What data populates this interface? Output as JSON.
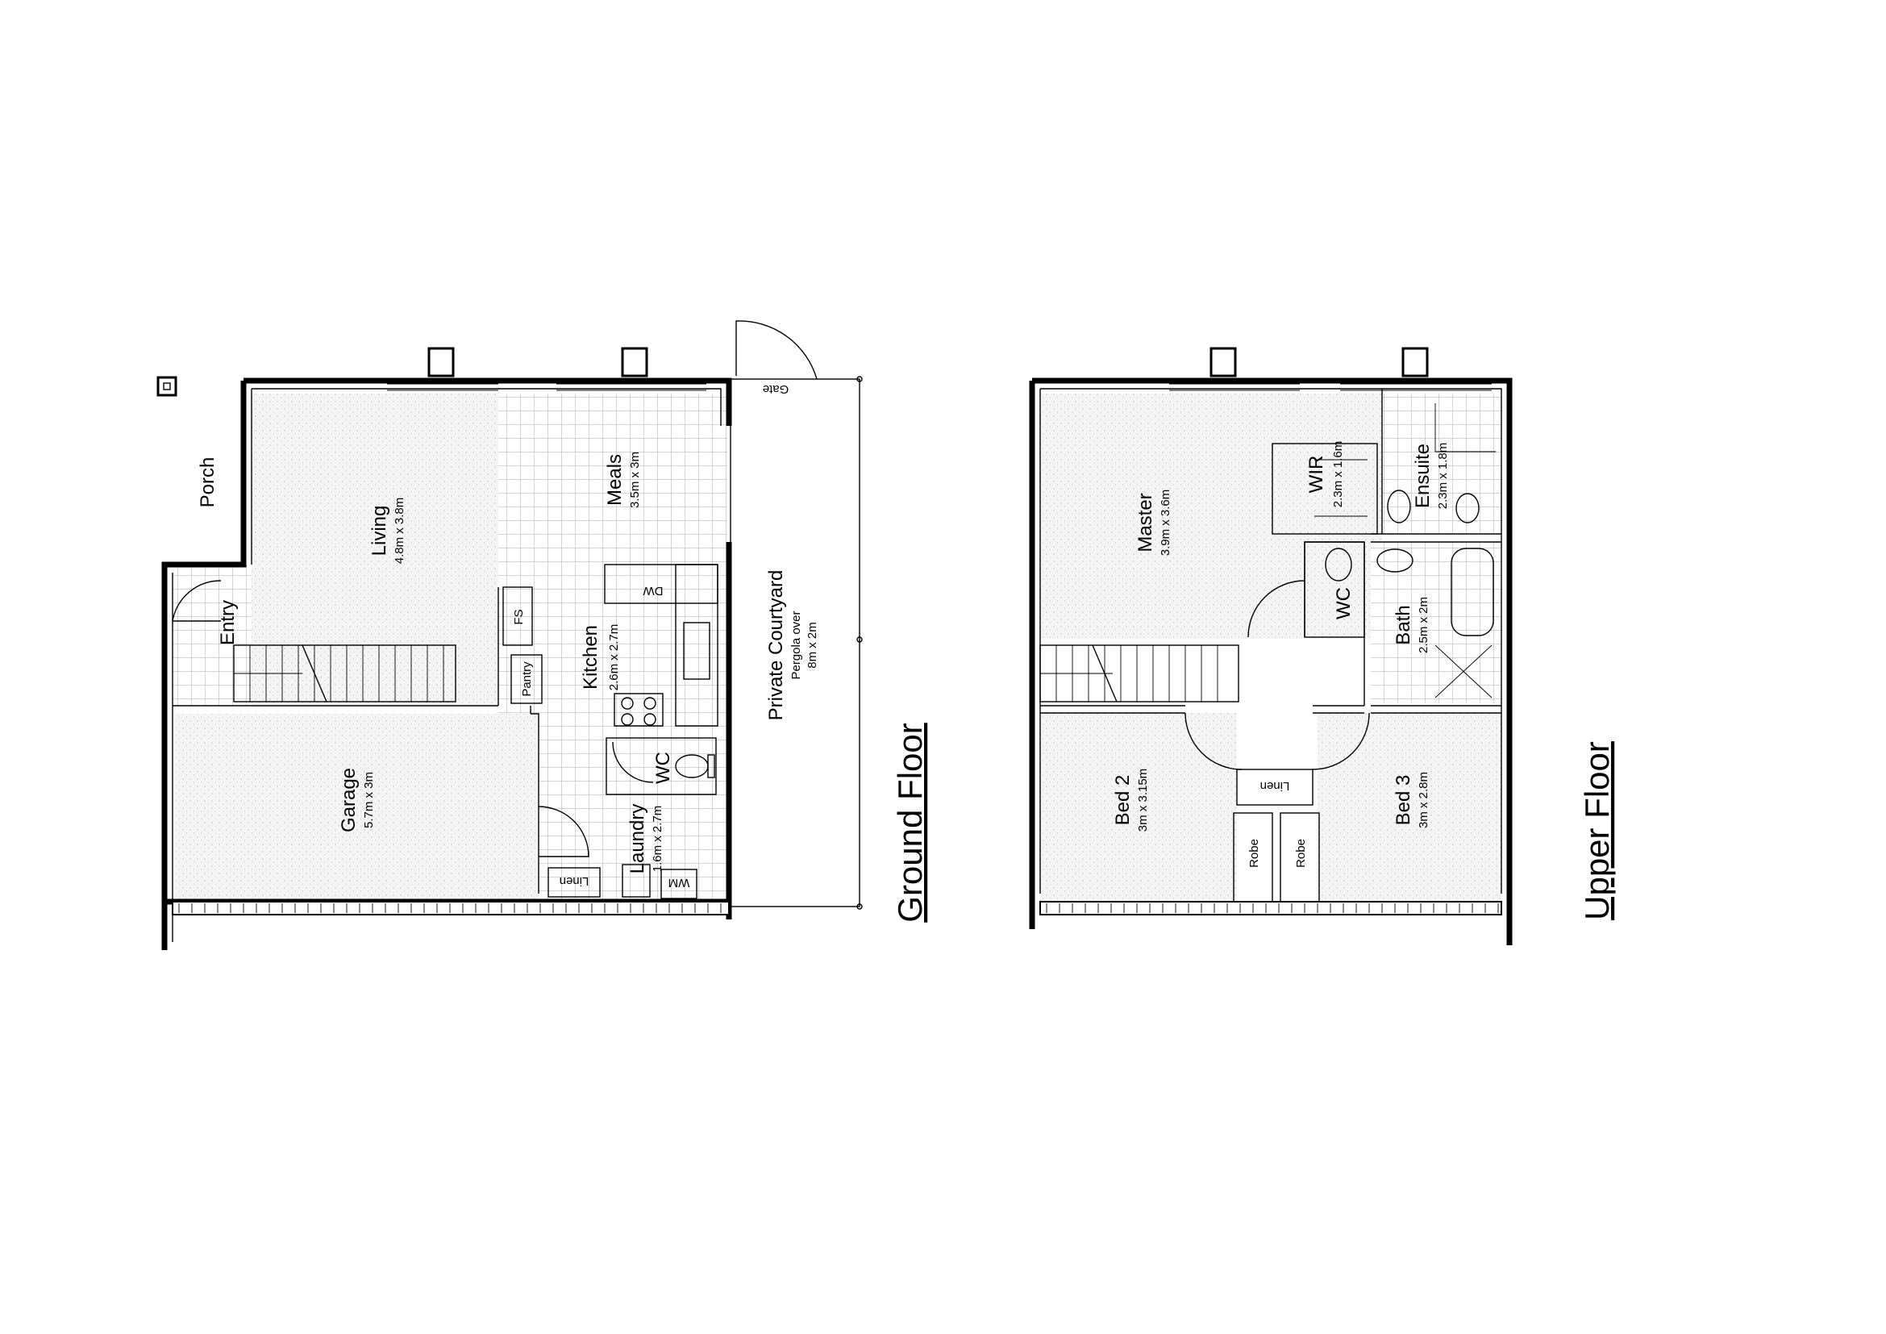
{
  "plans": {
    "ground": {
      "title": "Ground Floor",
      "rooms": {
        "porch": "Porch",
        "entry": "Entry",
        "living": "Living",
        "living_dim": "4.8m x 3.8m",
        "meals": "Meals",
        "meals_dim": "3.5m x 3m",
        "kitchen": "Kitchen",
        "kitchen_dim": "2.6m x 2.7m",
        "garage": "Garage",
        "garage_dim": "5.7m x 3m",
        "laundry": "Laundry",
        "laundry_dim": "1.6m x 2.7m",
        "wc": "WC",
        "courtyard": "Private Courtyard",
        "courtyard_note": "Pergola over",
        "courtyard_dim": "8m x 2m"
      },
      "fixtures": {
        "dw": "DW",
        "fs": "FS",
        "pantry": "Pantry",
        "linen": "Linen",
        "wm": "WM",
        "gate": "Gate"
      }
    },
    "upper": {
      "title": "Upper Floor",
      "rooms": {
        "master": "Master",
        "master_dim": "3.9m x 3.6m",
        "wir": "WIR",
        "wir_dim": "2.3m x 1.6m",
        "ensuite": "Ensuite",
        "ensuite_dim": "2.3m x 1.8m",
        "wc": "WC",
        "bath": "Bath",
        "bath_dim": "2.5m x 2m",
        "bed2": "Bed 2",
        "bed2_dim": "3m x 3.15m",
        "bed3": "Bed 3",
        "bed3_dim": "3m x 2.8m"
      },
      "fixtures": {
        "linen": "Linen",
        "robe_1": "Robe",
        "robe_2": "Robe"
      }
    }
  }
}
